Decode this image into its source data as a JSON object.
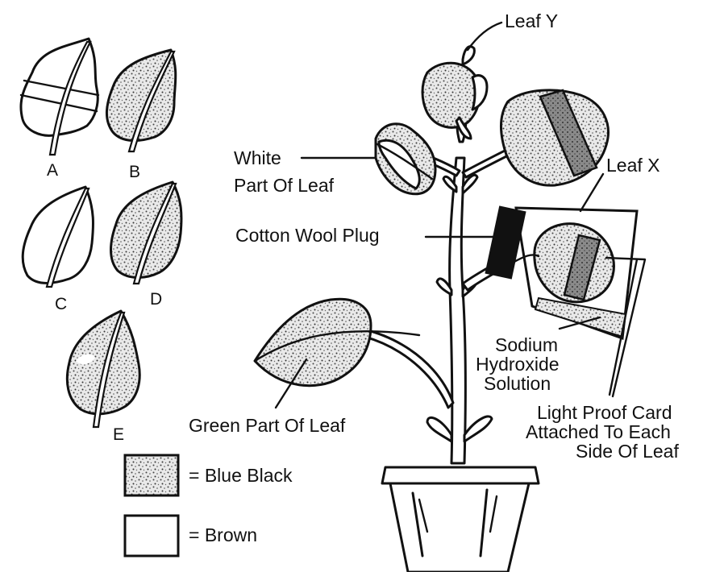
{
  "leaf_labels": {
    "a": "A",
    "b": "B",
    "c": "C",
    "d": "D",
    "e": "E"
  },
  "legend": {
    "blue_black": "= Blue Black",
    "brown": "= Brown"
  },
  "annotations": {
    "leaf_y": "Leaf Y",
    "leaf_x": "Leaf X",
    "white_part_1": "White",
    "white_part_2": "Part Of Leaf",
    "cotton_wool_plug": "Cotton Wool Plug",
    "sodium_1": "Sodium",
    "sodium_2": "Hydroxide",
    "sodium_3": "Solution",
    "green_part": "Green Part Of Leaf",
    "light_proof_1": "Light Proof Card",
    "light_proof_2": "Attached To Each",
    "light_proof_3": "Side Of Leaf"
  },
  "colors": {
    "ink": "#111111",
    "paper": "#ffffff",
    "card_fill": "#9a9a9a",
    "plug_fill": "#111111"
  }
}
